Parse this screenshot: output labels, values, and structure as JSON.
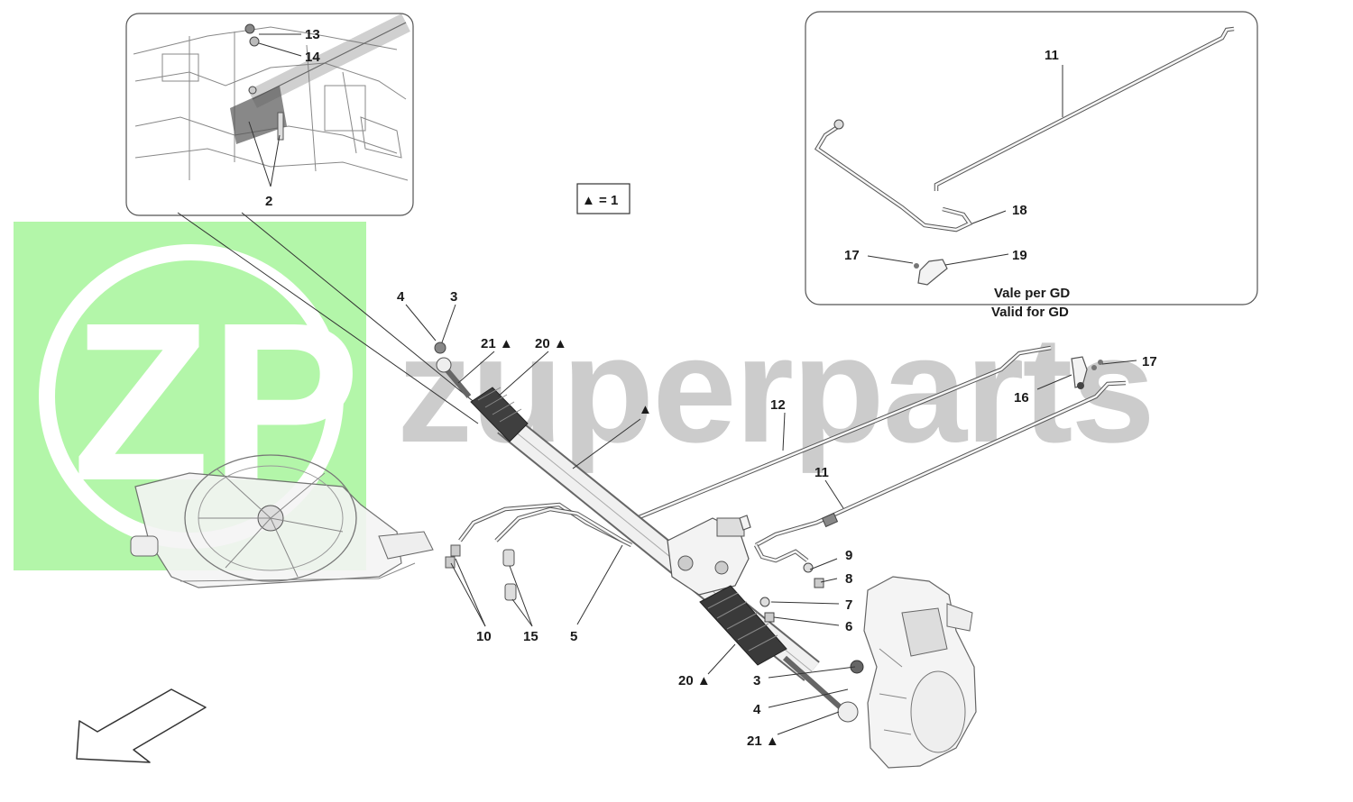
{
  "watermark": {
    "logo_text": "ZP",
    "brand_text": "zuperparts",
    "brand_color": "#8f8f8f",
    "logo_bg_color": "#a6f59a"
  },
  "legend_note": {
    "symbol": "▲",
    "text": "= 1"
  },
  "inset_top_right": {
    "line1": "Vale per GD",
    "line2": "Valid for GD"
  },
  "callouts": {
    "c13": "13",
    "c14": "14",
    "c2": "2",
    "c4_top": "4",
    "c3_top": "3",
    "c21_top": "21 ▲",
    "c20_top": "20 ▲",
    "c11_inset": "11",
    "c18": "18",
    "c17_inset": "17",
    "c19": "19",
    "c17_main": "17",
    "c16": "16",
    "c12": "12",
    "c11_main": "11",
    "c9": "9",
    "c8": "8",
    "c7": "7",
    "c6": "6",
    "c10": "10",
    "c15": "15",
    "c5": "5",
    "c20_bottom": "20 ▲",
    "c3_bottom": "3",
    "c4_bottom": "4",
    "c21_bottom": "21 ▲",
    "rack_marker": "▲"
  },
  "icons": {
    "direction_arrow": "arrow-down-left-icon"
  }
}
